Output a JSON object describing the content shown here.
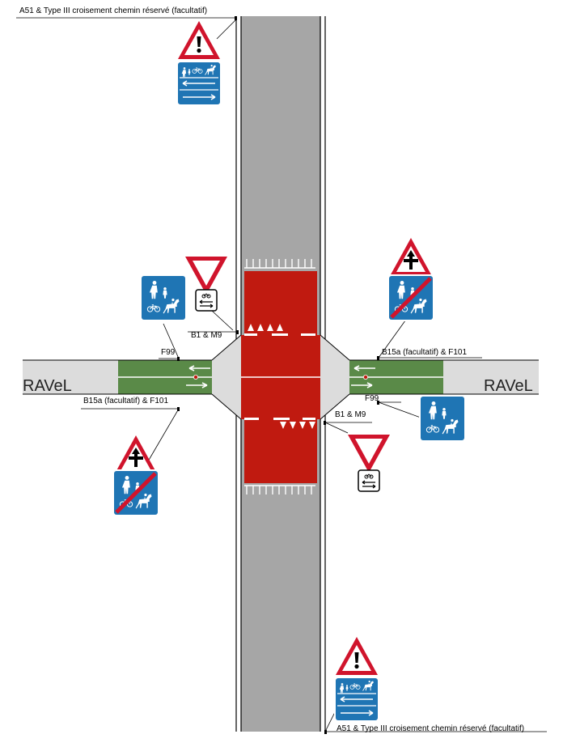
{
  "labels": {
    "top_note": "A51 & Type III croisement chemin réservé (facultatif)",
    "bottom_note": "A51 & Type III croisement chemin réservé (facultatif)",
    "b1_m9_top": "B1 & M9",
    "b1_m9_bottom": "B1 & M9",
    "f99_left": "F99",
    "f99_right": "F99",
    "b15a_left": "B15a (facultatif) & F101",
    "b15a_right": "B15a (facultatif) & F101"
  },
  "path_name": {
    "left": "RAVeL",
    "right": "RAVeL"
  },
  "colors": {
    "road_gray": "#a6a6a6",
    "crossing_red": "#c01a10",
    "path_green": "#5a8a48",
    "path_gray": "#dcdcdc",
    "sign_blue": "#1f75b4",
    "sign_red": "#d0142c"
  },
  "icons": [
    "warning-triangle-icon",
    "yield-triangle-icon",
    "crossroad-priority-triangle-icon",
    "pedestrian-cyclist-horse-sign-icon",
    "end-reserved-path-sign-icon",
    "bicycle-arrows-plate-icon"
  ]
}
